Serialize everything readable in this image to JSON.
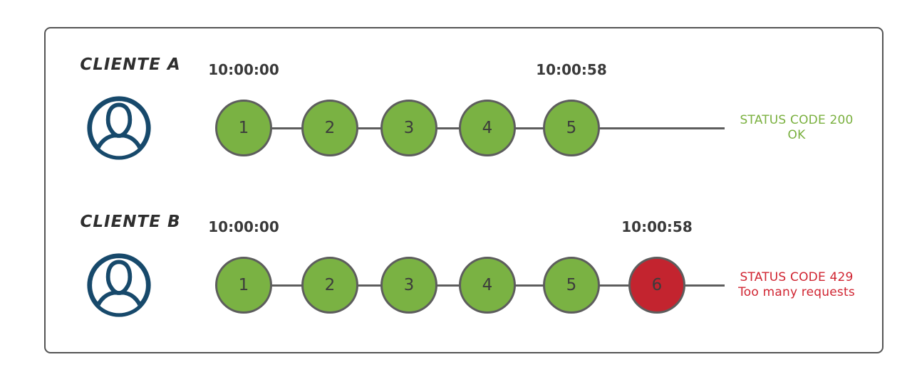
{
  "colors": {
    "ok_green": "#7ab243",
    "limited_red": "#c3242f",
    "status_ok_text_green": "#7ab03f",
    "status_limited_text_red": "#d02431",
    "line_gray": "#5d5d5d",
    "frame_border_gray": "#545454",
    "icon_navy": "#17496b",
    "timestamp_dark": "#3a3a3a"
  },
  "clients": [
    {
      "name": "CLIENTE A",
      "icon": "user-icon",
      "start_time": "10:00:00",
      "end_time": "10:00:58",
      "requests": [
        {
          "label": "1",
          "state": "ok"
        },
        {
          "label": "2",
          "state": "ok"
        },
        {
          "label": "3",
          "state": "ok"
        },
        {
          "label": "4",
          "state": "ok"
        },
        {
          "label": "5",
          "state": "ok"
        }
      ],
      "status": {
        "kind": "ok",
        "code_line": "STATUS CODE 200",
        "message_line": "OK"
      }
    },
    {
      "name": "CLIENTE B",
      "icon": "user-icon",
      "start_time": "10:00:00",
      "end_time": "10:00:58",
      "requests": [
        {
          "label": "1",
          "state": "ok"
        },
        {
          "label": "2",
          "state": "ok"
        },
        {
          "label": "3",
          "state": "ok"
        },
        {
          "label": "4",
          "state": "ok"
        },
        {
          "label": "5",
          "state": "ok"
        },
        {
          "label": "6",
          "state": "limited"
        }
      ],
      "status": {
        "kind": "limited",
        "code_line": "STATUS CODE 429",
        "message_line": "Too many requests"
      }
    }
  ]
}
